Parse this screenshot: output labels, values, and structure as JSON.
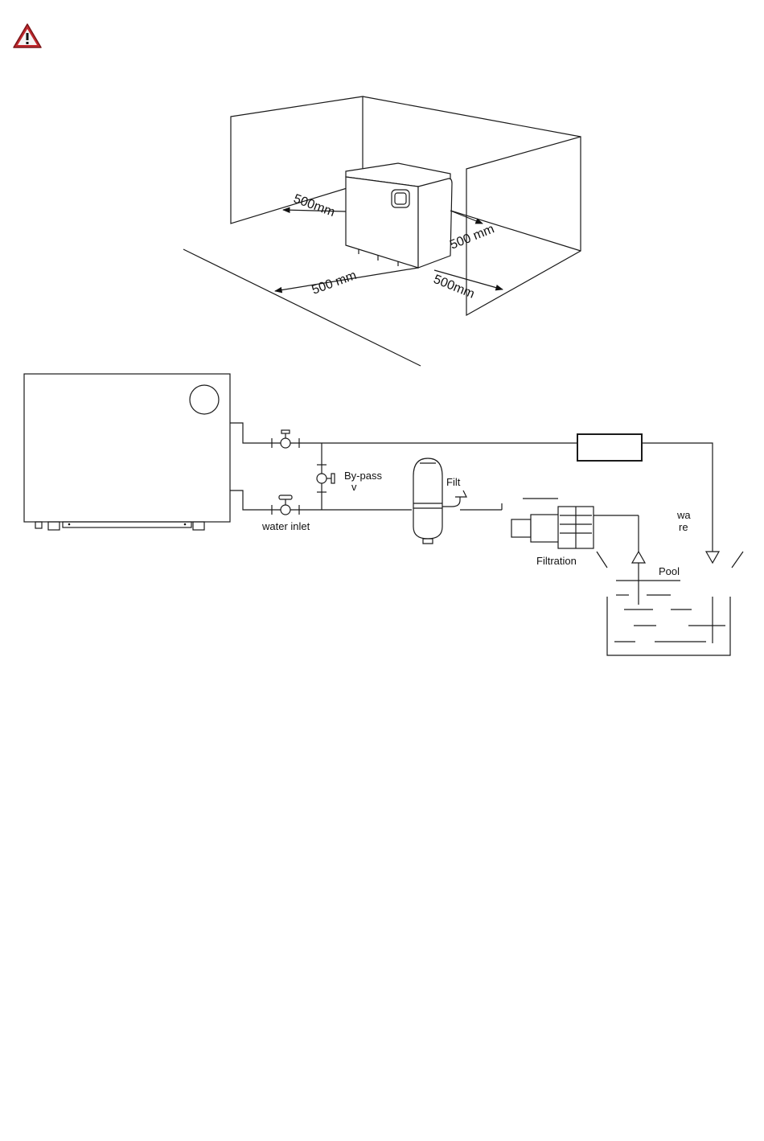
{
  "warning_icon": "warning-triangle-icon",
  "clearance": {
    "left_rear": "500mm",
    "right": "500 mm",
    "front_left": "500 mm",
    "front_right": "500mm"
  },
  "plumbing": {
    "water_inlet": "water inlet",
    "bypass_line1": "By-pass",
    "bypass_line2": "v",
    "filter_partial": "Filt",
    "filtration": "Filtration",
    "pool": "Pool",
    "return_partial_1": "wa",
    "return_partial_2": "re"
  },
  "colors": {
    "warning_fill": "#c0282d",
    "line": "#1a1a1a"
  }
}
